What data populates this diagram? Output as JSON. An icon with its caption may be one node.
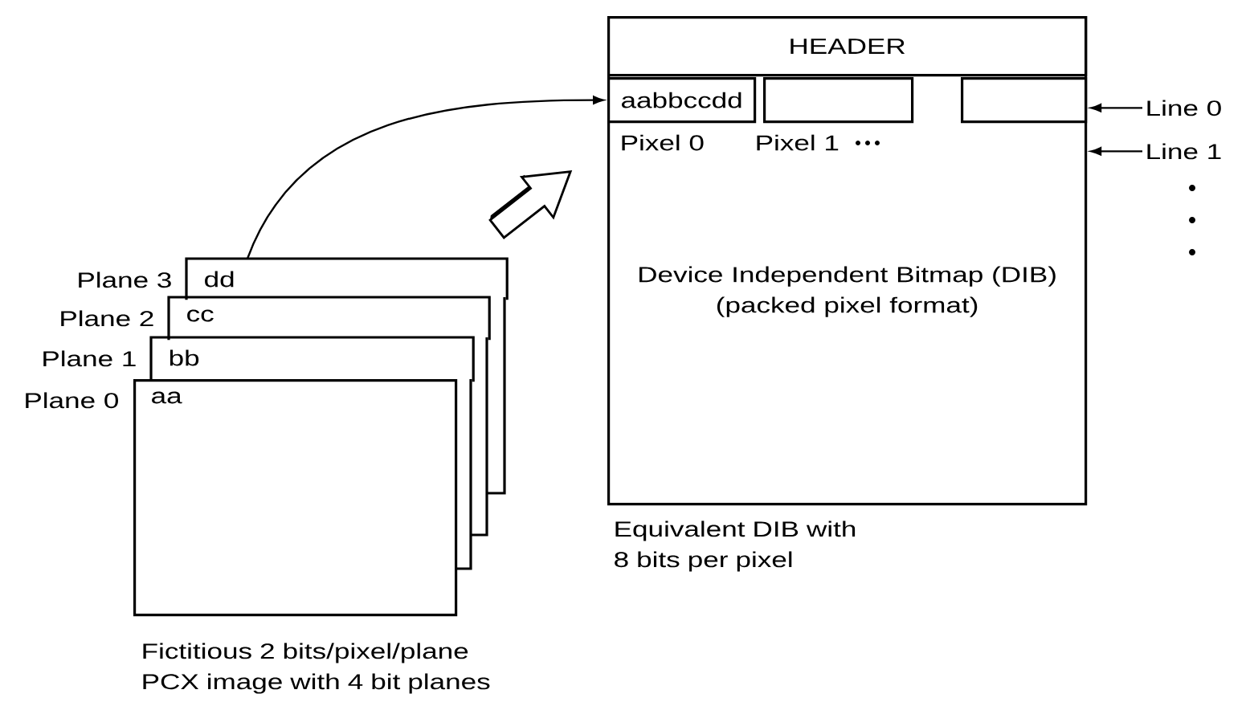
{
  "diagram": {
    "nodes": [
      {
        "text": [
          "dd"
        ],
        "beside": [
          "Plane 3"
        ]
      },
      {
        "text": [
          "cc"
        ],
        "beside": [
          "Plane 2"
        ]
      },
      {
        "text": [
          "bb"
        ],
        "beside": [
          "Plane 1"
        ]
      },
      {
        "text": [
          "aa"
        ],
        "beside": [
          "Plane 0"
        ]
      },
      {
        "text": [
          "Device Independent Bitmap (DIB) (packed pixel format)"
        ],
        "beside": [
          "Equivalent DIB with 8 bits per pixel"
        ]
      },
      {
        "text": [
          "HEADER"
        ],
        "in": 4
      },
      {
        "text": [
          "aabbccdd"
        ],
        "in": 4,
        "beside": [
          "Pixel 0"
        ]
      },
      {
        "text": [],
        "shape": "box",
        "in": 4,
        "beside": [
          "Pixel 1"
        ]
      },
      {
        "text": [],
        "shape": "box",
        "in": 4
      },
      {
        "text": [
          "Line 0"
        ]
      },
      {
        "text": [
          "Line 1"
        ]
      }
    ],
    "edges": [
      {
        "from": 0,
        "to": 6,
        "arrow": "to"
      },
      {
        "from": 9,
        "to": 4,
        "arrow": "to"
      },
      {
        "from": 10,
        "to": 4,
        "arrow": "to"
      }
    ],
    "labels": [
      "Fictitious 2 bits/pixel/plane PCX image with 4 bit planes"
    ]
  }
}
